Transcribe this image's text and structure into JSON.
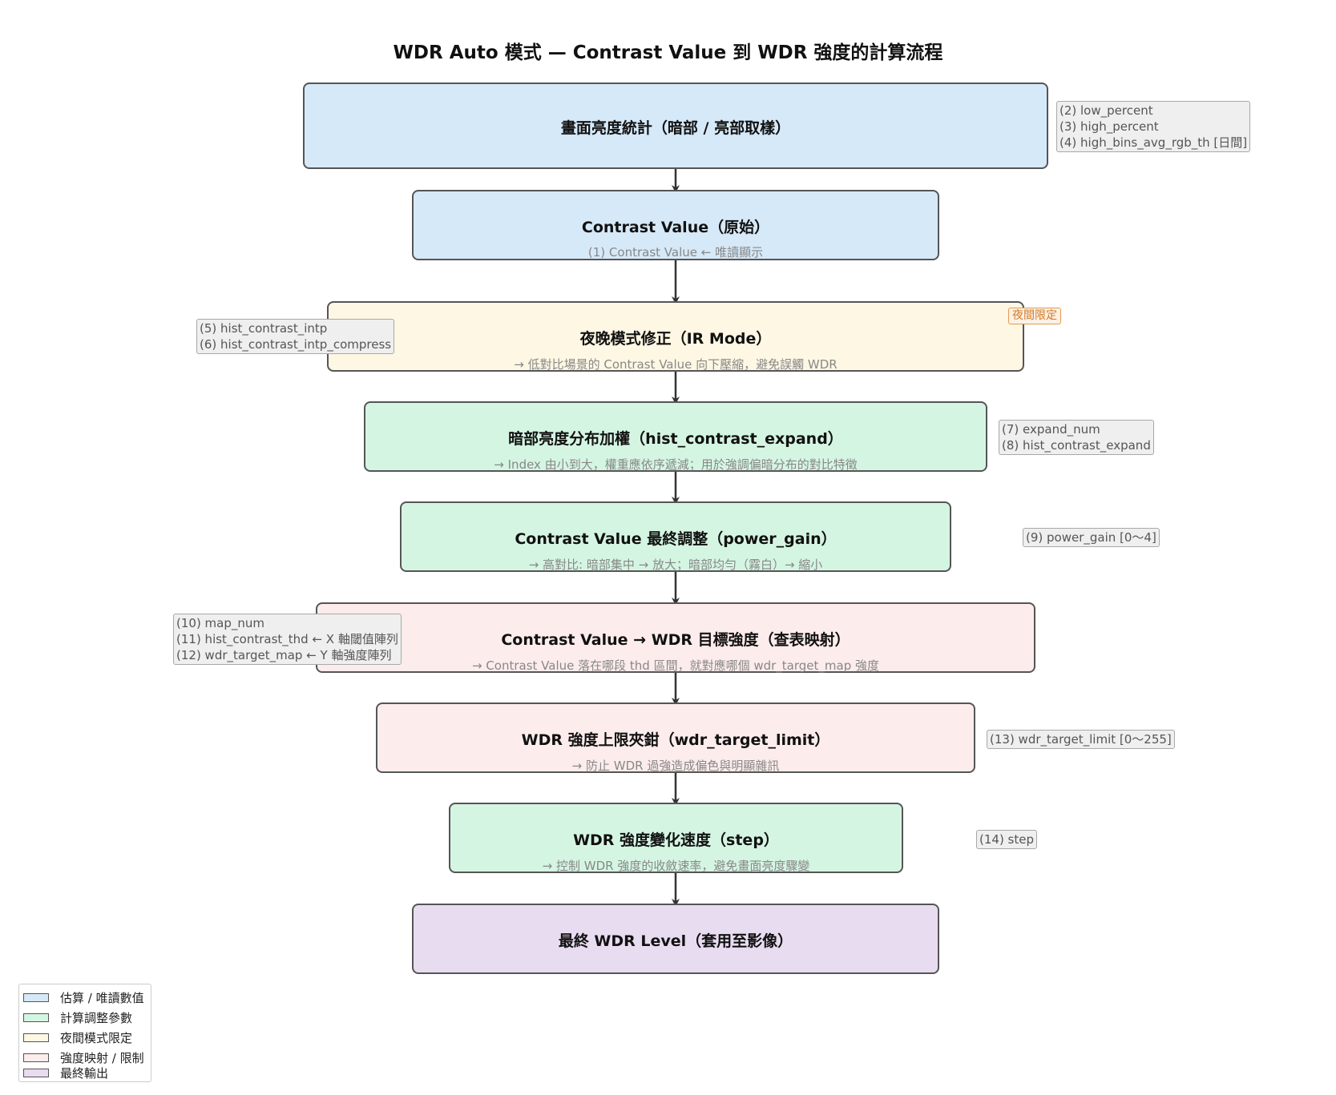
{
  "title": "WDR Auto 模式 — Contrast Value 到 WDR 強度的計算流程",
  "colors": {
    "estimate": "#d6e9f8",
    "adjust": "#d5f5e3",
    "night": "#fdf7e3",
    "mapping": "#fdecec",
    "output": "#e8dcf0",
    "border": "#555555",
    "note_bg": "#efefef",
    "tag_border": "#e39a52"
  },
  "steps": [
    {
      "main": "畫面亮度統計（暗部 / 亮部取樣）",
      "sub": "",
      "category": "estimate"
    },
    {
      "main": "Contrast Value（原始）",
      "sub": "(1) Contrast Value ← 唯讀顯示",
      "category": "estimate"
    },
    {
      "main": "夜晚模式修正（IR Mode）",
      "sub": "→ 低對比場景的 Contrast Value 向下壓縮，避免誤觸 WDR",
      "category": "night"
    },
    {
      "main": "暗部亮度分布加權（hist_contrast_expand）",
      "sub": "→ Index 由小到大，權重應依序遞減；用於強調偏暗分布的對比特徵",
      "category": "adjust"
    },
    {
      "main": "Contrast Value 最終調整（power_gain）",
      "sub": "→ 高對比: 暗部集中 → 放大；暗部均勻（霧白）→ 縮小",
      "category": "adjust"
    },
    {
      "main": "Contrast Value → WDR 目標強度（查表映射）",
      "sub": "→ Contrast Value 落在哪段 thd 區間，就對應哪個 wdr_target_map 強度",
      "category": "mapping"
    },
    {
      "main": "WDR 強度上限夾鉗（wdr_target_limit）",
      "sub": "→ 防止 WDR 過強造成偏色與明顯雜訊",
      "category": "mapping"
    },
    {
      "main": "WDR 強度變化速度（step）",
      "sub": "→ 控制 WDR 強度的收斂速率，避免畫面亮度驟變",
      "category": "adjust"
    },
    {
      "main": "最終 WDR Level（套用至影像）",
      "sub": "",
      "category": "output"
    }
  ],
  "notes": {
    "n0": [
      "(2) low_percent",
      "(3) high_percent",
      "(4) high_bins_avg_rgb_th  [日間]"
    ],
    "n2": [
      "(5) hist_contrast_intp",
      "(6) hist_contrast_intp_compress"
    ],
    "n3": [
      "(7) expand_num",
      "(8) hist_contrast_expand"
    ],
    "n4": [
      "(9) power_gain  [0～4]"
    ],
    "n5": [
      "(10) map_num",
      "(11) hist_contrast_thd  ← X 軸閾值陣列",
      "(12) wdr_target_map  ← Y 軸強度陣列"
    ],
    "n6": [
      "(13) wdr_target_limit  [0～255]"
    ],
    "n7": [
      "(14) step"
    ]
  },
  "night_tag": "夜間限定",
  "legend": [
    {
      "label": "估算 / 唯讀數值",
      "category": "estimate"
    },
    {
      "label": "計算調整參數",
      "category": "adjust"
    },
    {
      "label": "夜間模式限定",
      "category": "night"
    },
    {
      "label": "強度映射 / 限制",
      "category": "mapping"
    },
    {
      "label": "最終輸出",
      "category": "output"
    }
  ]
}
